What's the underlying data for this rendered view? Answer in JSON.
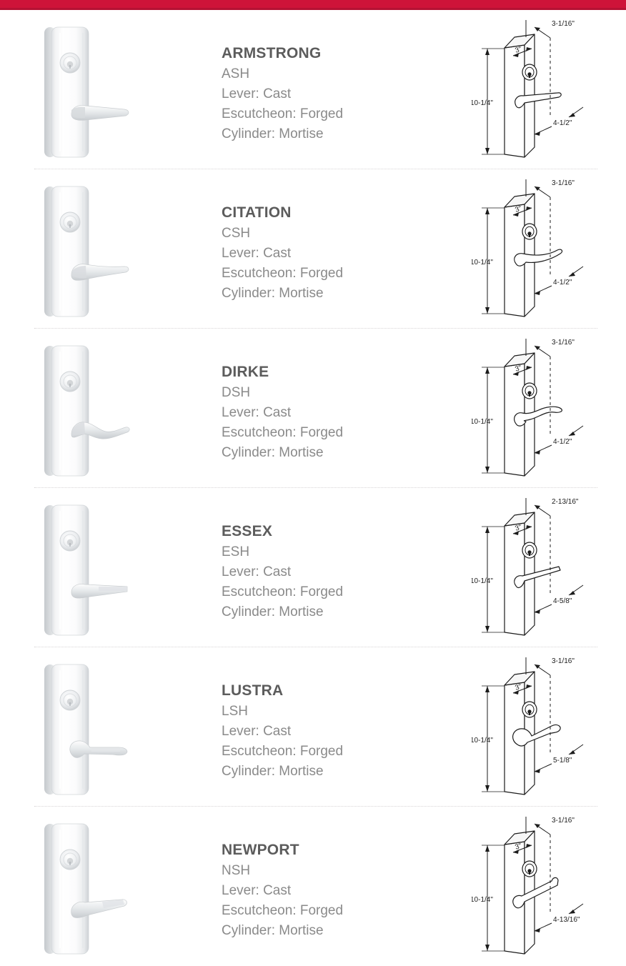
{
  "page": {
    "banner_color": "#ce1339",
    "banner_shadow_color": "#b51133",
    "background": "#ffffff",
    "heading_color": "#5c5c5c",
    "body_color": "#8a8a8a",
    "divider_color": "#d8d4d6",
    "labels": {
      "lever_label": "Lever:",
      "escutcheon_label": "Escutcheon:",
      "cylinder_label": "Cylinder:"
    }
  },
  "products": [
    {
      "name": "ARMSTRONG",
      "code": "ASH",
      "lever": "Lever: Cast",
      "escutcheon": "Escutcheon: Forged",
      "cylinder": "Cylinder: Mortise",
      "lever_style": "straight-taper",
      "dimensions": {
        "depth": "3-1/16\"",
        "width": "3\"",
        "height": "10-1/4\"",
        "projection": "4-1/2\""
      }
    },
    {
      "name": "CITATION",
      "code": "CSH",
      "lever": "Lever: Cast",
      "escutcheon": "Escutcheon: Forged",
      "cylinder": "Cylinder: Mortise",
      "lever_style": "curved-sweep",
      "dimensions": {
        "depth": "3-1/16\"",
        "width": "3\"",
        "height": "10-1/4\"",
        "projection": "4-1/2\""
      }
    },
    {
      "name": "DIRKE",
      "code": "DSH",
      "lever": "Lever: Cast",
      "escutcheon": "Escutcheon: Forged",
      "cylinder": "Cylinder: Mortise",
      "lever_style": "wave",
      "dimensions": {
        "depth": "3-1/16\"",
        "width": "3\"",
        "height": "10-1/4\"",
        "projection": "4-1/2\""
      }
    },
    {
      "name": "ESSEX",
      "code": "ESH",
      "lever": "Lever: Cast",
      "escutcheon": "Escutcheon: Forged",
      "cylinder": "Cylinder: Mortise",
      "lever_style": "flat-bar",
      "dimensions": {
        "depth": "2-13/16\"",
        "width": "3\"",
        "height": "10-1/4\"",
        "projection": "4-5/8\""
      }
    },
    {
      "name": "LUSTRA",
      "code": "LSH",
      "lever": "Lever: Cast",
      "escutcheon": "Escutcheon: Forged",
      "cylinder": "Cylinder: Mortise",
      "lever_style": "round-bar",
      "dimensions": {
        "depth": "3-1/16\"",
        "width": "3\"",
        "height": "10-1/4\"",
        "projection": "5-1/8\""
      }
    },
    {
      "name": "NEWPORT",
      "code": "NSH",
      "lever": "Lever: Cast",
      "escutcheon": "Escutcheon: Forged",
      "cylinder": "Cylinder: Mortise",
      "lever_style": "angled-flat",
      "dimensions": {
        "depth": "3-1/16\"",
        "width": "3\"",
        "height": "10-1/4\"",
        "projection": "4-13/16\""
      }
    }
  ]
}
